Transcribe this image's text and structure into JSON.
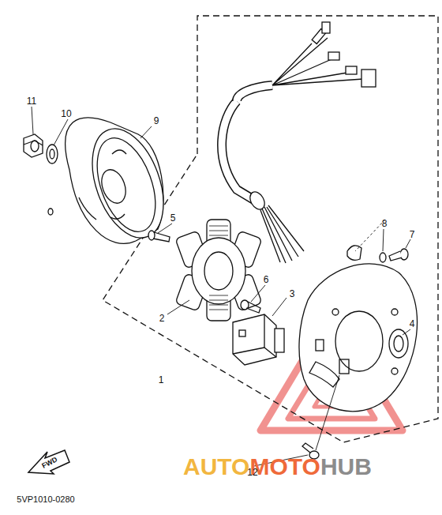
{
  "diagram": {
    "labels": [
      "11",
      "10",
      "9",
      "5",
      "2",
      "6",
      "3",
      "8",
      "7",
      "4",
      "1",
      "12",
      "FWD",
      "5VP1010-0280",
      "AUTO",
      "MOTO",
      "HUB"
    ]
  }
}
